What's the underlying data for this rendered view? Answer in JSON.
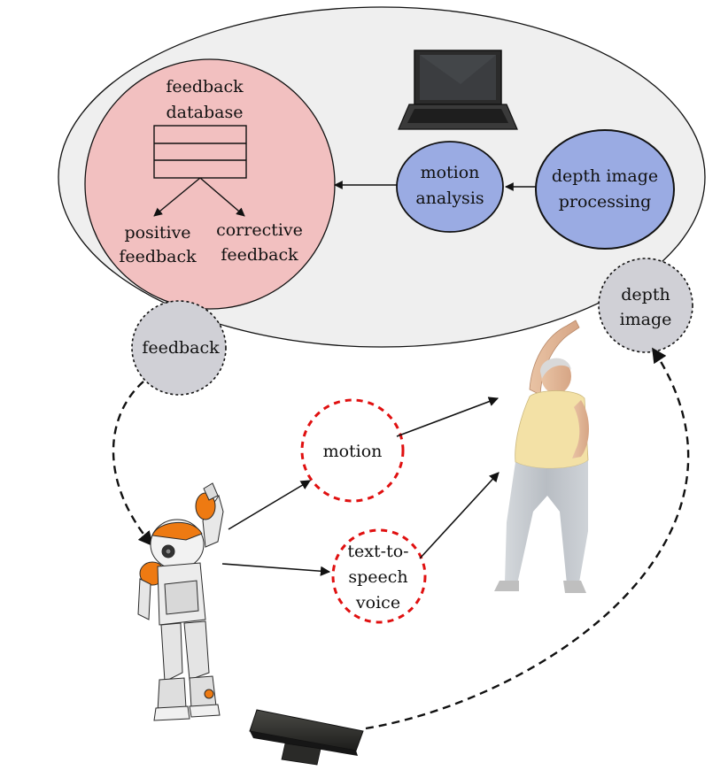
{
  "system": {
    "feedback_db": {
      "line1": "feedback",
      "line2": "database"
    },
    "positive": {
      "line1": "positive",
      "line2": "feedback"
    },
    "corrective": {
      "line1": "corrective",
      "line2": "feedback"
    },
    "motion_analysis": {
      "line1": "motion",
      "line2": "analysis"
    },
    "depth_processing": {
      "line1": "depth image",
      "line2": "processing"
    }
  },
  "signals": {
    "feedback": "feedback",
    "depth_image": {
      "line1": "depth",
      "line2": "image"
    },
    "motion": "motion",
    "tts": {
      "line1": "text-to-",
      "line2": "speech",
      "line3": "voice"
    }
  },
  "icons": {
    "laptop": "laptop-icon",
    "robot": "robot-icon",
    "person": "person-icon",
    "sensor": "depth-sensor-icon"
  },
  "colors": {
    "system_fill": "#efefef",
    "feedback_module_fill": "#f2c0c0",
    "processing_fill": "#9aabe3",
    "signal_fill": "#d0d0d6",
    "voice_border": "#e01010"
  }
}
